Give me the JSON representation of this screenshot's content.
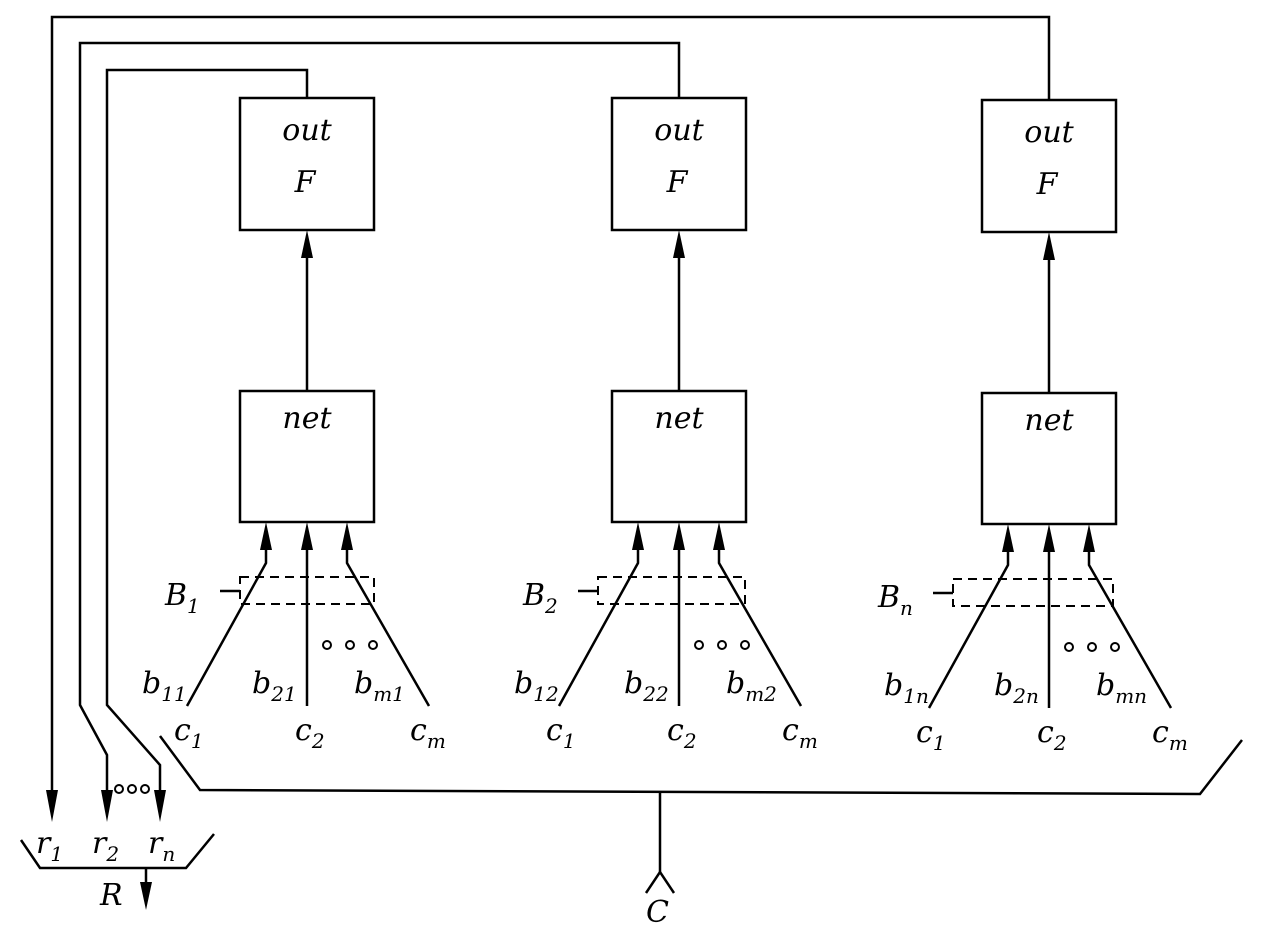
{
  "units": [
    {
      "out_label": "out",
      "f_label": "F",
      "net_label": "net",
      "bias_label": "B",
      "bias_sub": "1",
      "weights": [
        {
          "b": "b",
          "sub": "11"
        },
        {
          "b": "b",
          "sub": "21"
        },
        {
          "b": "b",
          "sub": "m1"
        }
      ],
      "inputs": [
        {
          "c": "c",
          "sub": "1"
        },
        {
          "c": "c",
          "sub": "2"
        },
        {
          "c": "c",
          "sub": "m"
        }
      ]
    },
    {
      "out_label": "out",
      "f_label": "F",
      "net_label": "net",
      "bias_label": "B",
      "bias_sub": "2",
      "weights": [
        {
          "b": "b",
          "sub": "12"
        },
        {
          "b": "b",
          "sub": "22"
        },
        {
          "b": "b",
          "sub": "m2"
        }
      ],
      "inputs": [
        {
          "c": "c",
          "sub": "1"
        },
        {
          "c": "c",
          "sub": "2"
        },
        {
          "c": "c",
          "sub": "m"
        }
      ]
    },
    {
      "out_label": "out",
      "f_label": "F",
      "net_label": "net",
      "bias_label": "B",
      "bias_sub": "n",
      "weights": [
        {
          "b": "b",
          "sub": "1n"
        },
        {
          "b": "b",
          "sub": "2n"
        },
        {
          "b": "b",
          "sub": "mn"
        }
      ],
      "inputs": [
        {
          "c": "c",
          "sub": "1"
        },
        {
          "c": "c",
          "sub": "2"
        },
        {
          "c": "c",
          "sub": "m"
        }
      ]
    }
  ],
  "outputs": [
    {
      "r": "r",
      "sub": "1"
    },
    {
      "r": "r",
      "sub": "2"
    },
    {
      "r": "r",
      "sub": "n"
    }
  ],
  "output_bus_label": "R",
  "input_bus_label": "C"
}
